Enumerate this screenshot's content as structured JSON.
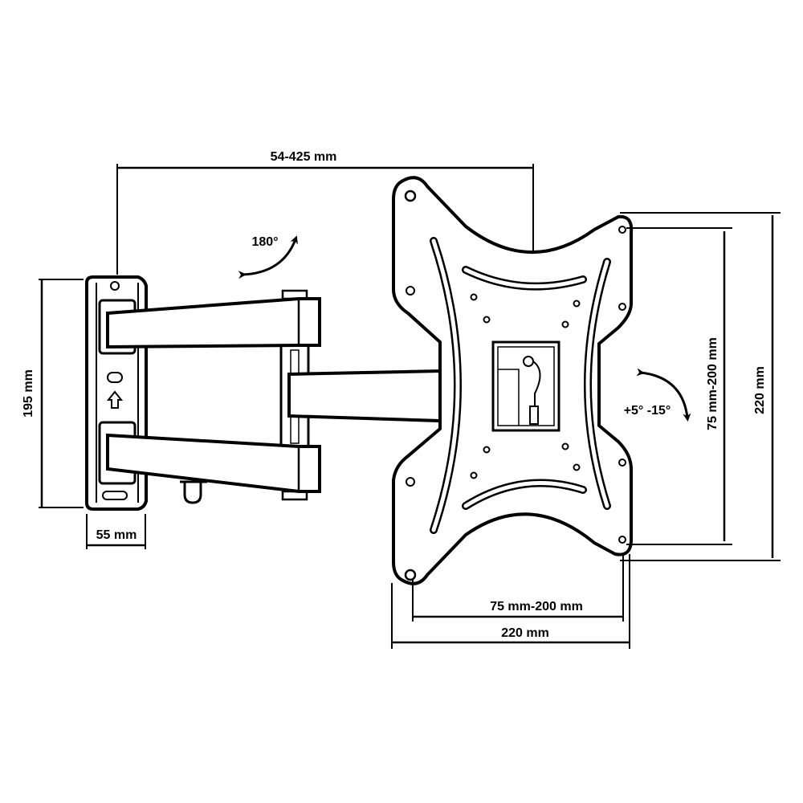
{
  "colors": {
    "stroke": "#1a1a1a",
    "background": "#ffffff",
    "fill": "#ffffff"
  },
  "dimensions": {
    "arm_extension": "54-425 mm",
    "wall_plate_height": "195 mm",
    "wall_plate_depth": "55 mm",
    "vesa_vertical": "75 mm-200 mm",
    "plate_height": "220 mm",
    "vesa_horizontal": "75 mm-200 mm",
    "plate_width": "220 mm"
  },
  "motion": {
    "swivel": "180°",
    "tilt": "+5° -15°"
  }
}
